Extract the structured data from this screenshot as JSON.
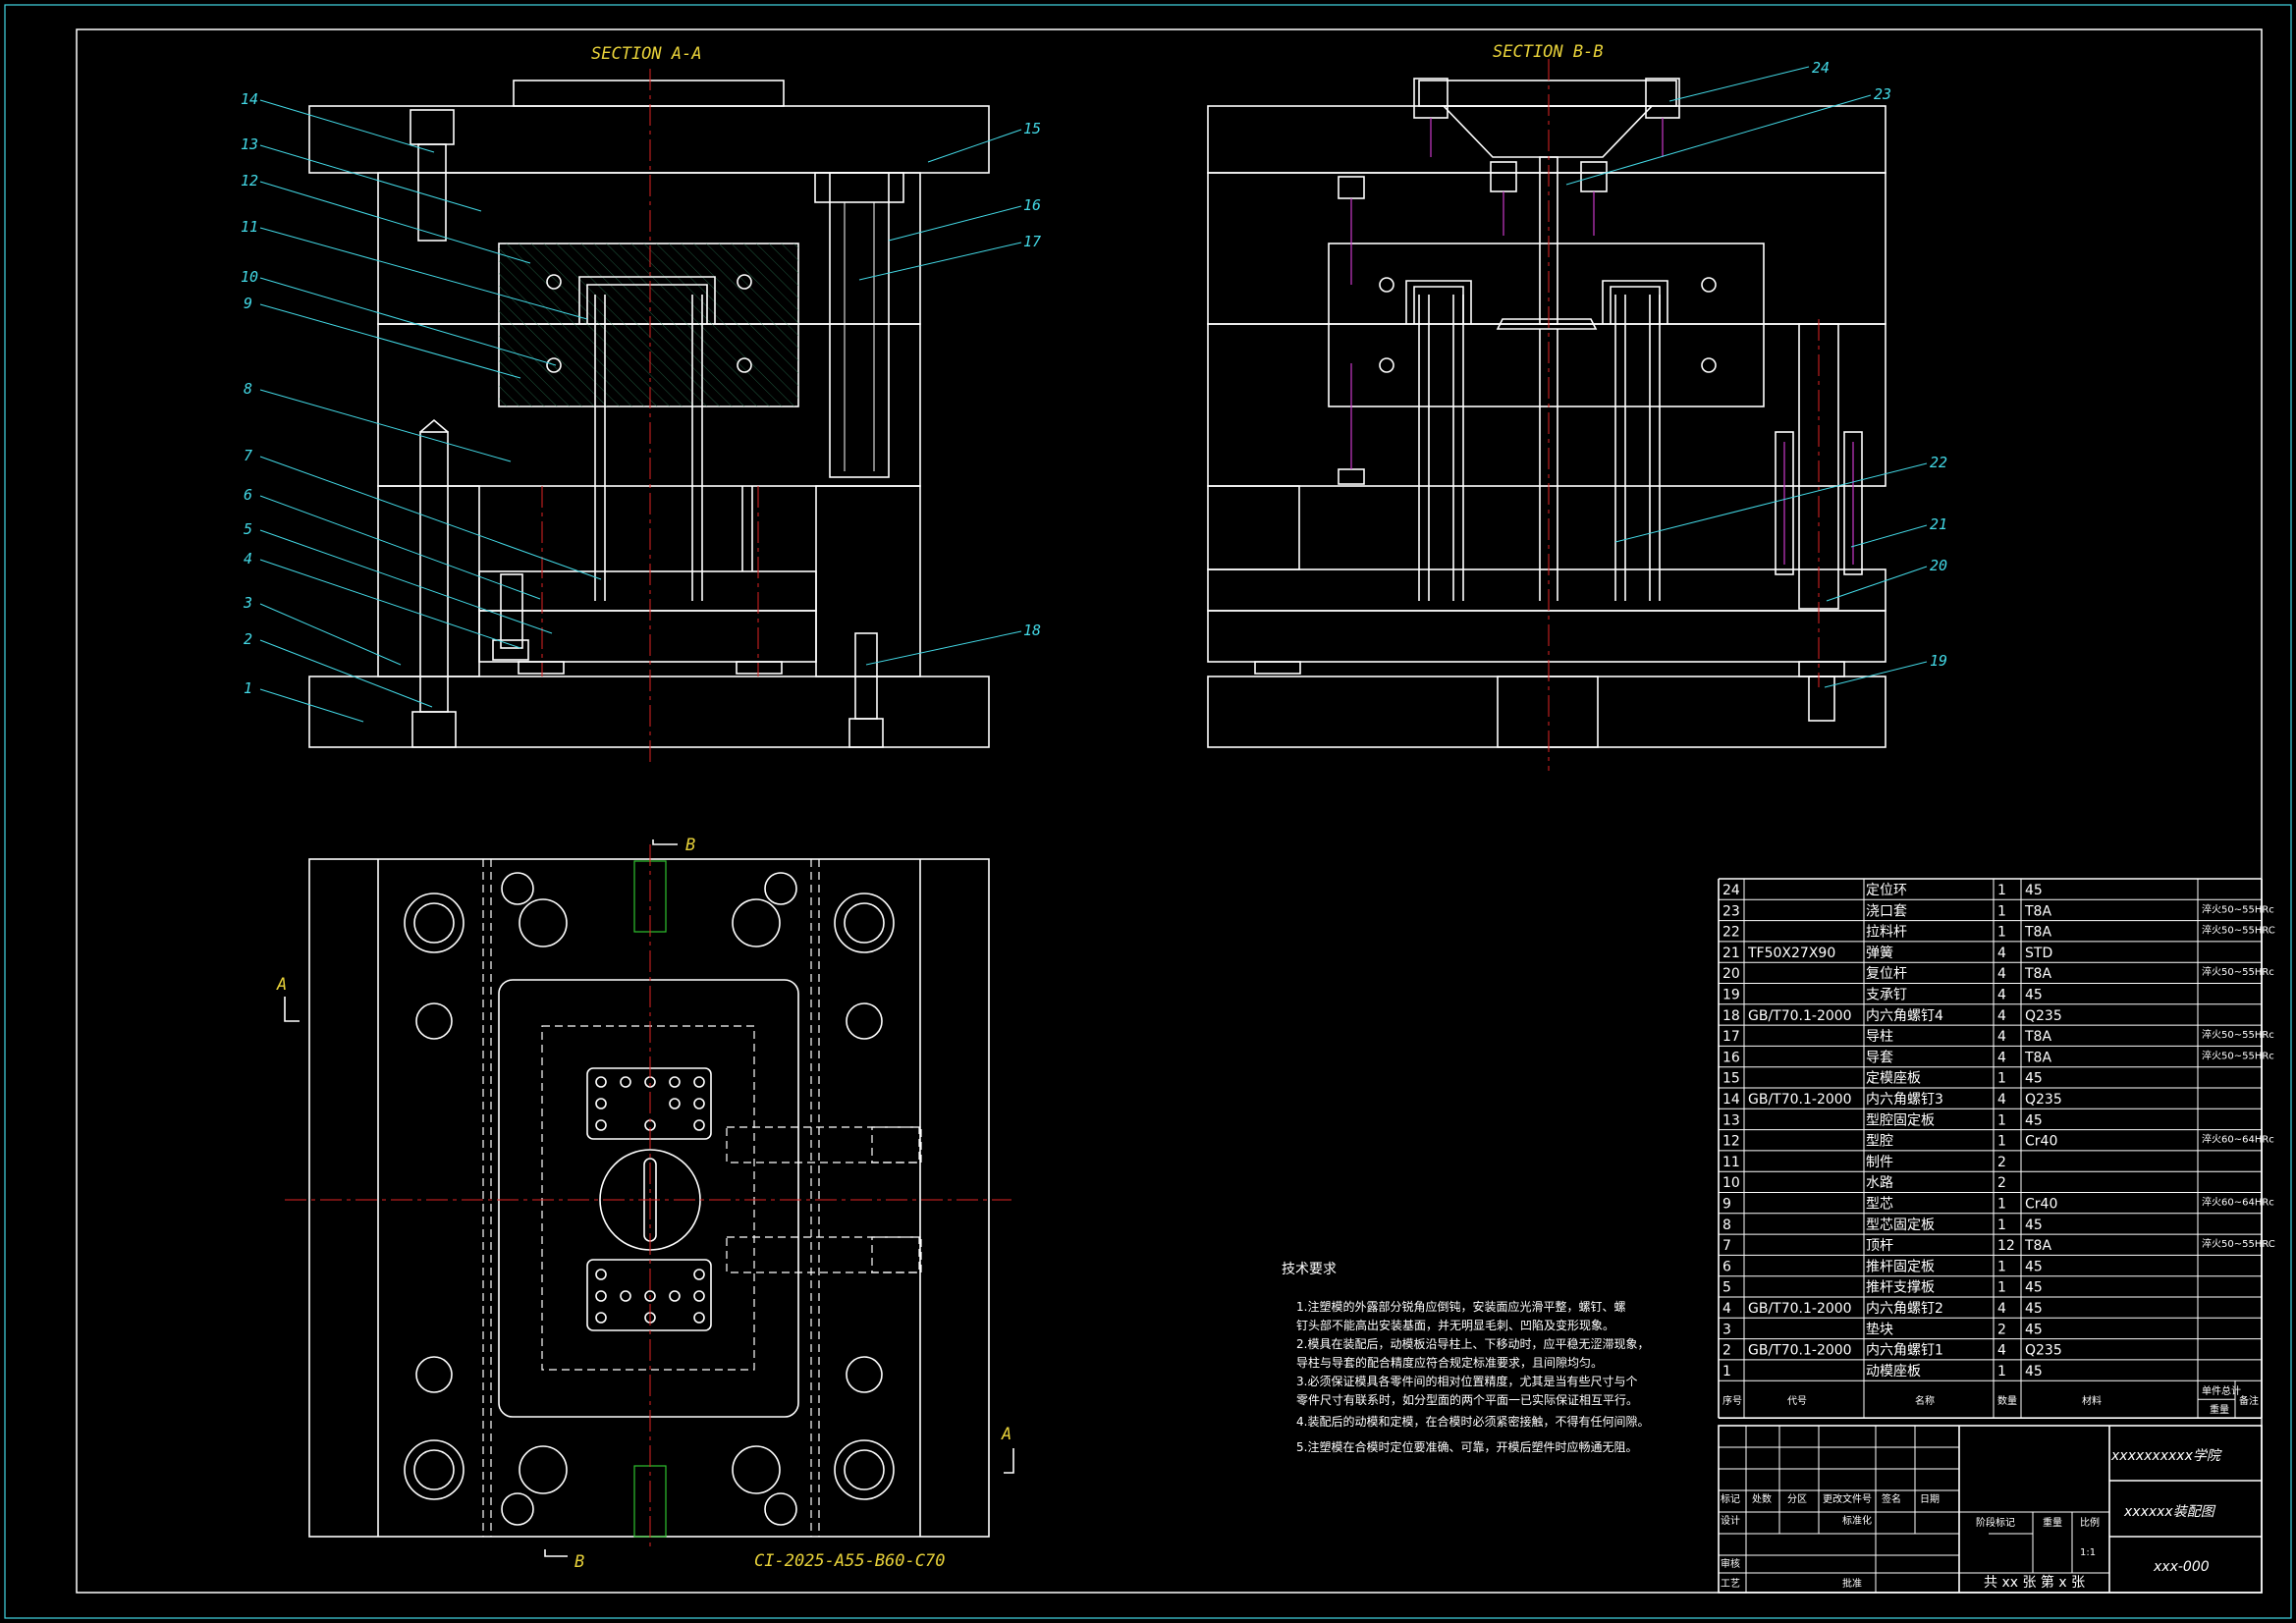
{
  "sections": {
    "a": "SECTION A-A",
    "b": "SECTION B-B"
  },
  "section_marks": {
    "b_top": "B",
    "b_bottom": "B",
    "a_left": "A",
    "a_right": "A"
  },
  "part_code": "CI-2025-A55-B60-C70",
  "callouts_a": [
    "14",
    "13",
    "12",
    "11",
    "10",
    "9",
    "8",
    "7",
    "6",
    "5",
    "4",
    "3",
    "2",
    "1",
    "15",
    "16",
    "17",
    "18"
  ],
  "callouts_b": [
    "24",
    "23",
    "22",
    "21",
    "20",
    "19"
  ],
  "requirements": {
    "title": "技术要求",
    "lines": [
      "1.注塑模的外露部分锐角应倒钝，安装面应光滑平整，螺钉、螺",
      "  钉头部不能高出安装基面，并无明显毛刺、凹陷及变形现象。",
      "2.模具在装配后，动模板沿导柱上、下移动时，应平稳无涩滞现象，",
      "  导柱与导套的配合精度应符合规定标准要求，且间隙均匀。",
      "3.必须保证模具各零件间的相对位置精度，尤其是当有些尺寸与个",
      "  零件尺寸有联系时，如分型面的两个平面一已实际保证相互平行。",
      "4.装配后的动模和定模，在合模时必须紧密接触，不得有任何间隙。",
      "5.注塑模在合模时定位要准确、可靠，开模后塑件时应畅通无阻。"
    ]
  },
  "bom": [
    {
      "no": "24",
      "code": "",
      "name": "定位环",
      "qty": "1",
      "mat": "45",
      "note": ""
    },
    {
      "no": "23",
      "code": "",
      "name": "浇口套",
      "qty": "1",
      "mat": "T8A",
      "note": "淬火50~55HRc"
    },
    {
      "no": "22",
      "code": "",
      "name": "拉料杆",
      "qty": "1",
      "mat": "T8A",
      "note": "淬火50~55HRC"
    },
    {
      "no": "21",
      "code": "TF50X27X90",
      "name": "弹簧",
      "qty": "4",
      "mat": "STD",
      "note": ""
    },
    {
      "no": "20",
      "code": "",
      "name": "复位杆",
      "qty": "4",
      "mat": "T8A",
      "note": "淬火50~55HRc"
    },
    {
      "no": "19",
      "code": "",
      "name": "支承钉",
      "qty": "4",
      "mat": "45",
      "note": ""
    },
    {
      "no": "18",
      "code": "GB/T70.1-2000",
      "name": "内六角螺钉4",
      "qty": "4",
      "mat": "Q235",
      "note": ""
    },
    {
      "no": "17",
      "code": "",
      "name": "导柱",
      "qty": "4",
      "mat": "T8A",
      "note": "淬火50~55HRc"
    },
    {
      "no": "16",
      "code": "",
      "name": "导套",
      "qty": "4",
      "mat": "T8A",
      "note": "淬火50~55HRc"
    },
    {
      "no": "15",
      "code": "",
      "name": "定模座板",
      "qty": "1",
      "mat": "45",
      "note": ""
    },
    {
      "no": "14",
      "code": "GB/T70.1-2000",
      "name": "内六角螺钉3",
      "qty": "4",
      "mat": "Q235",
      "note": ""
    },
    {
      "no": "13",
      "code": "",
      "name": "型腔固定板",
      "qty": "1",
      "mat": "45",
      "note": ""
    },
    {
      "no": "12",
      "code": "",
      "name": "型腔",
      "qty": "1",
      "mat": "Cr40",
      "note": "淬火60~64HRc"
    },
    {
      "no": "11",
      "code": "",
      "name": "制件",
      "qty": "2",
      "mat": "",
      "note": ""
    },
    {
      "no": "10",
      "code": "",
      "name": "水路",
      "qty": "2",
      "mat": "",
      "note": ""
    },
    {
      "no": "9",
      "code": "",
      "name": "型芯",
      "qty": "1",
      "mat": "Cr40",
      "note": "淬火60~64HRc"
    },
    {
      "no": "8",
      "code": "",
      "name": "型芯固定板",
      "qty": "1",
      "mat": "45",
      "note": ""
    },
    {
      "no": "7",
      "code": "",
      "name": "顶杆",
      "qty": "12",
      "mat": "T8A",
      "note": "淬火50~55HRC"
    },
    {
      "no": "6",
      "code": "",
      "name": "推杆固定板",
      "qty": "1",
      "mat": "45",
      "note": ""
    },
    {
      "no": "5",
      "code": "",
      "name": "推杆支撑板",
      "qty": "1",
      "mat": "45",
      "note": ""
    },
    {
      "no": "4",
      "code": "GB/T70.1-2000",
      "name": "内六角螺钉2",
      "qty": "4",
      "mat": "45",
      "note": ""
    },
    {
      "no": "3",
      "code": "",
      "name": "垫块",
      "qty": "2",
      "mat": "45",
      "note": ""
    },
    {
      "no": "2",
      "code": "GB/T70.1-2000",
      "name": "内六角螺钉1",
      "qty": "4",
      "mat": "Q235",
      "note": ""
    },
    {
      "no": "1",
      "code": "",
      "name": "动模座板",
      "qty": "1",
      "mat": "45",
      "note": ""
    }
  ],
  "bom_header": {
    "no": "序号",
    "code": "代号",
    "name": "名称",
    "qty": "数量",
    "mat": "材料",
    "unit": "单件",
    "total": "总计",
    "weight": "重量",
    "note": "备注"
  },
  "title_block": {
    "school": "xxxxxxxxxx学院",
    "drawing": "xxxxxx装配图",
    "number": "xxx-000",
    "scale": "1:1",
    "sheets": "共 xx 张  第 x 张",
    "labels": [
      "标记",
      "处数",
      "分区",
      "更改文件号",
      "签名",
      "日期",
      "设计",
      "标准化",
      "阶段标记",
      "重量",
      "比例",
      "审核",
      "工艺",
      "批准"
    ]
  }
}
